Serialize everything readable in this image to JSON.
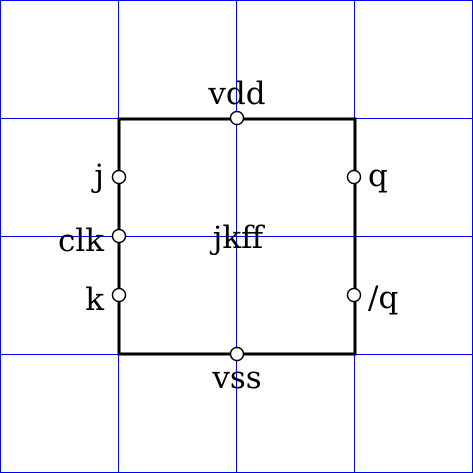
{
  "component": {
    "name": "jkff"
  },
  "pins": {
    "vdd": "vdd",
    "vss": "vss",
    "j": "j",
    "clk": "clk",
    "k": "k",
    "q": "q",
    "qbar": "/q"
  },
  "colors": {
    "grid": "#0000ff",
    "outline": "#000000",
    "background": "#ffffff"
  }
}
